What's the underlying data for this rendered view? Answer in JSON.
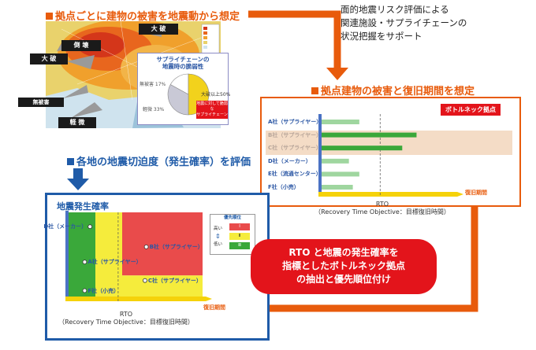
{
  "headings": {
    "map": "拠点ごとに建物の被害を地震動から想定",
    "bar": "拠点建物の被害と復旧期間を想定",
    "quake": "各地の地震切迫度（発生確率）を評価"
  },
  "description": [
    "面的地震リスク評価による",
    "関連施設・サプライチェーンの",
    "状況把握をサポート"
  ],
  "map": {
    "labels": {
      "large": "大 破",
      "mid": "倒 壊",
      "medium": "大 破",
      "none": "無被害",
      "light": "軽 微"
    },
    "pie": {
      "title_line1": "サプライチェーンの",
      "title_line2": "地震時の脆弱性",
      "slices": [
        {
          "label": "無被害 17%",
          "value": 17,
          "color": "#ffffff"
        },
        {
          "label": "大破以上50%",
          "value": 50,
          "color": "#f2d21c"
        },
        {
          "label": "軽微 33%",
          "value": 33,
          "color": "#c9c9d6"
        }
      ],
      "note_line1": "地震に対して脆弱な",
      "note_line2": "サプライチェーン"
    }
  },
  "bar_panel": {
    "bottleneck": "ボトルネック拠点",
    "rows": [
      {
        "label": "A社（サプライヤー）",
        "value": 0.29,
        "color": "#9fd69f",
        "dim": false
      },
      {
        "label": "B社（サプライヤー）",
        "value": 0.73,
        "color": "#3aa83a",
        "dim": true
      },
      {
        "label": "C社（サプライヤー）",
        "value": 0.62,
        "color": "#3aa83a",
        "dim": true
      },
      {
        "label": "D社（メーカー）",
        "value": 0.21,
        "color": "#9fd69f",
        "dim": false
      },
      {
        "label": "E社（流通センター）",
        "value": 0.29,
        "color": "#9fd69f",
        "dim": false
      },
      {
        "label": "F社（小売）",
        "value": 0.24,
        "color": "#9fd69f",
        "dim": false
      }
    ],
    "rto_position": 0.45,
    "rto": "RTO",
    "rto_desc": "（Recovery Time Objective：目標復旧時間）",
    "axis": "復旧期間"
  },
  "quake_panel": {
    "title": "地震発生確率",
    "priority": {
      "title": "優先順位",
      "high": "高い",
      "low": "低い",
      "ranks": [
        "Ⅰ",
        "Ⅱ",
        "Ⅲ"
      ]
    },
    "points": [
      {
        "label": "D社（メーカー）",
        "x": 0.16,
        "y": 0.17
      },
      {
        "label": "B社（サプライヤー）",
        "x": 0.58,
        "y": 0.41
      },
      {
        "label": "A社（サプライヤー）",
        "x": 0.12,
        "y": 0.59
      },
      {
        "label": "C社（サプライヤー）",
        "x": 0.57,
        "y": 0.81
      },
      {
        "label": "F社（小売）",
        "x": 0.12,
        "y": 0.93
      }
    ],
    "rto": "RTO",
    "rto_desc": "（Recovery Time Objective：目標復旧時間）",
    "axis": "復旧期間"
  },
  "callout": {
    "line1": "RTO と地震の発生確率を",
    "line2": "指標としたボトルネック拠点",
    "line3": "の抽出と優先順位付け"
  },
  "colors": {
    "orange": "#e85b0c",
    "blue": "#1f5ba8",
    "red": "#e3141b",
    "green": "#3aa83a",
    "yellow": "#f5ec3c",
    "pink": "#f4dcc6"
  }
}
